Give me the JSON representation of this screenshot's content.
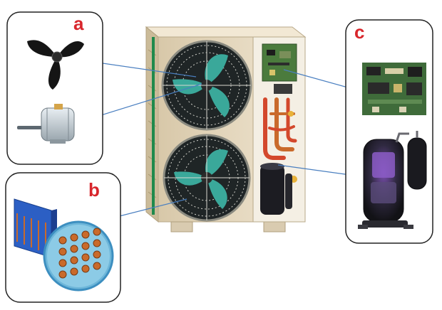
{
  "panels": {
    "a": {
      "label": "a"
    },
    "b": {
      "label": "b"
    },
    "c": {
      "label": "c"
    }
  },
  "colors": {
    "label_red": "#d8262c",
    "leader_line": "#4a7fc0",
    "panel_border": "#222222",
    "casing": "#e9dcc5",
    "casing_shade": "#cfbf9f",
    "fan_teal": "#3aa89a",
    "fan_dark": "#1b1b1b",
    "coil_blue": "#2c5fc4",
    "pcb_green": "#3f6b3a",
    "compressor_dark": "#1a1a1f",
    "copper": "#c96a2b",
    "copper_pipe": "#d3482c"
  }
}
